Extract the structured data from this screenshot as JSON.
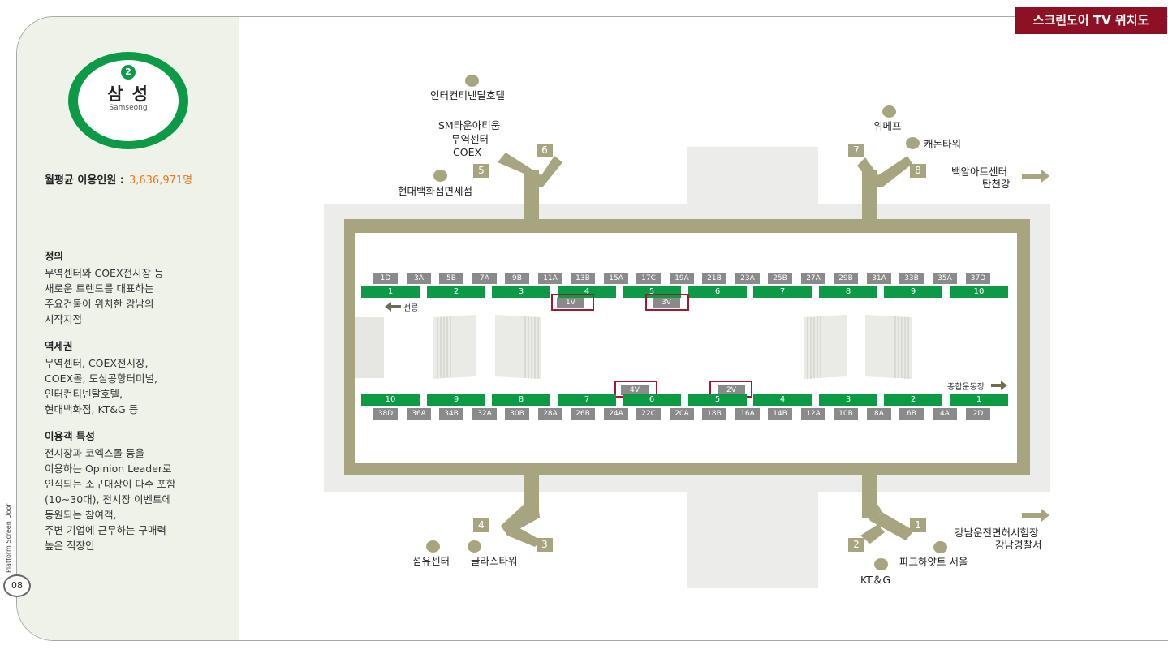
{
  "header": {
    "title": "스크린도어 TV 위치도"
  },
  "station": {
    "line_number": "2",
    "name_ko": "삼 성",
    "name_en": "Samseong"
  },
  "monthly_users": {
    "label": "월평균 이용인원 :",
    "value": "3,636,971명"
  },
  "sections": [
    {
      "heading": "정의",
      "body": "무역센터와 COEX전시장 등\n새로운 트렌드를 대표하는\n주요건물이 위치한 강남의\n시작지점"
    },
    {
      "heading": "역세권",
      "body": "무역센터, COEX전시장,\nCOEX몰, 도심공항터미널,\n인터컨티넨탈호텔,\n현대백화점, KT&G 등"
    },
    {
      "heading": "이용객 특성",
      "body": "전시장과 코엑스몰 등을\n이용하는 Opinion Leader로\n인식되는 소구대상이 다수 포함\n(10~30대), 전시장 이벤트에\n동원되는 참여객,\n주변 기업에 근무하는 구매력\n높은 직장인"
    }
  ],
  "footer": {
    "vertical_label": "Platform Screen Door",
    "page_number": "08"
  },
  "map": {
    "landmarks": {
      "intercontinental": "인터컨티넨탈호텔",
      "sm_town": "SM타운아티움",
      "trade_center": "무역센터",
      "coex": "COEX",
      "hyundai_dutyfree": "현대백화점면세점",
      "wemakeprice": "위메프",
      "canon_tower": "캐논타워",
      "baekam_art": "백암아트센터",
      "tancheon": "탄천강",
      "textile_center": "섬유센터",
      "glass_tower": "글라스타워",
      "license_test": "강남운전면허시험장",
      "police": "강남경찰서",
      "park_hyatt": "파크하얏트 서울",
      "ktg": "KT＆G"
    },
    "exits": [
      "1",
      "2",
      "3",
      "4",
      "5",
      "6",
      "7",
      "8"
    ],
    "direction_left": "선릉",
    "direction_right": "종합운동장",
    "top_codes": [
      "1D",
      "3A",
      "5B",
      "7A",
      "9B",
      "11A",
      "13B",
      "15A",
      "17C",
      "19A",
      "21B",
      "23A",
      "25B",
      "27A",
      "29B",
      "31A",
      "33B",
      "35A",
      "37D"
    ],
    "top_doors": [
      "1",
      "2",
      "3",
      "4",
      "5",
      "6",
      "7",
      "8",
      "9",
      "10"
    ],
    "bottom_doors": [
      "10",
      "9",
      "8",
      "7",
      "6",
      "5",
      "4",
      "3",
      "2",
      "1"
    ],
    "bottom_codes": [
      "38D",
      "36A",
      "34B",
      "32A",
      "30B",
      "28A",
      "26B",
      "24A",
      "22C",
      "20A",
      "18B",
      "16A",
      "14B",
      "12A",
      "10B",
      "8A",
      "6B",
      "4A",
      "2D"
    ],
    "tvs": {
      "tv1": "1V",
      "tv3": "3V",
      "tv4": "4V",
      "tv2": "2V"
    },
    "colors": {
      "accent": "#8d1024",
      "line2_green": "#0d9a46",
      "wall_olive": "#a7a57f",
      "code_gray": "#8a8a8a"
    }
  }
}
